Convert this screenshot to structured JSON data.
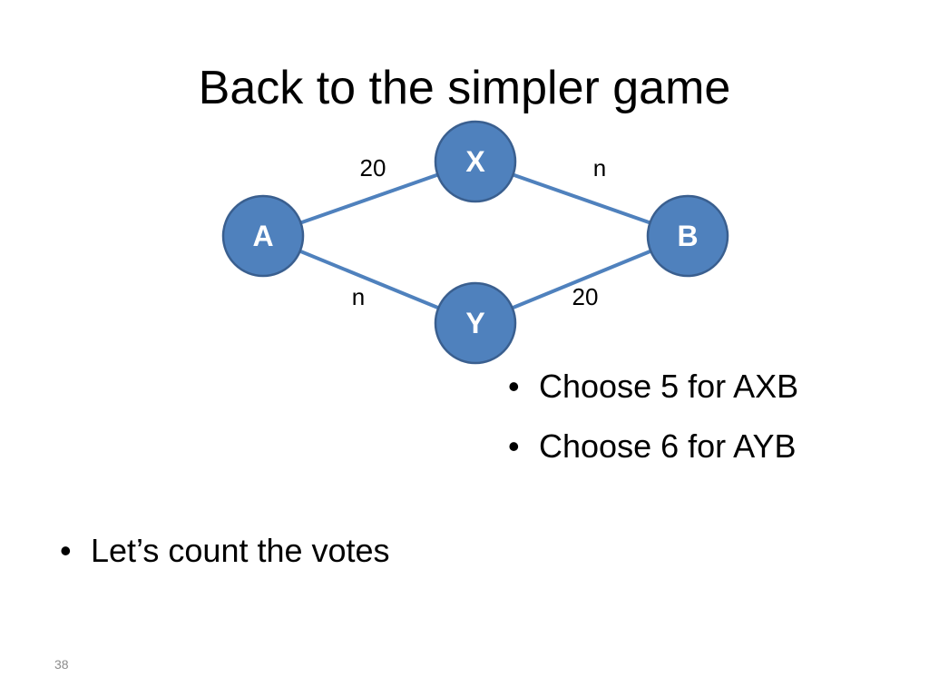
{
  "title": "Back to the simpler game",
  "diagram": {
    "colors": {
      "node_fill": "#4F81BD",
      "node_stroke": "#3A5F8F",
      "edge": "#4F81BD",
      "node_text": "#FFFFFF",
      "edge_label": "#000000"
    },
    "nodes": [
      {
        "id": "A",
        "label": "A"
      },
      {
        "id": "X",
        "label": "X"
      },
      {
        "id": "Y",
        "label": "Y"
      },
      {
        "id": "B",
        "label": "B"
      }
    ],
    "edges": [
      {
        "from": "A",
        "to": "X",
        "label": "20"
      },
      {
        "from": "X",
        "to": "B",
        "label": "n"
      },
      {
        "from": "A",
        "to": "Y",
        "label": "n"
      },
      {
        "from": "Y",
        "to": "B",
        "label": "20"
      }
    ]
  },
  "right_bullets": [
    "Choose 5 for AXB",
    "Choose 6 for AYB"
  ],
  "left_bullets": [
    "Let’s count the votes"
  ],
  "slide_number": "38"
}
